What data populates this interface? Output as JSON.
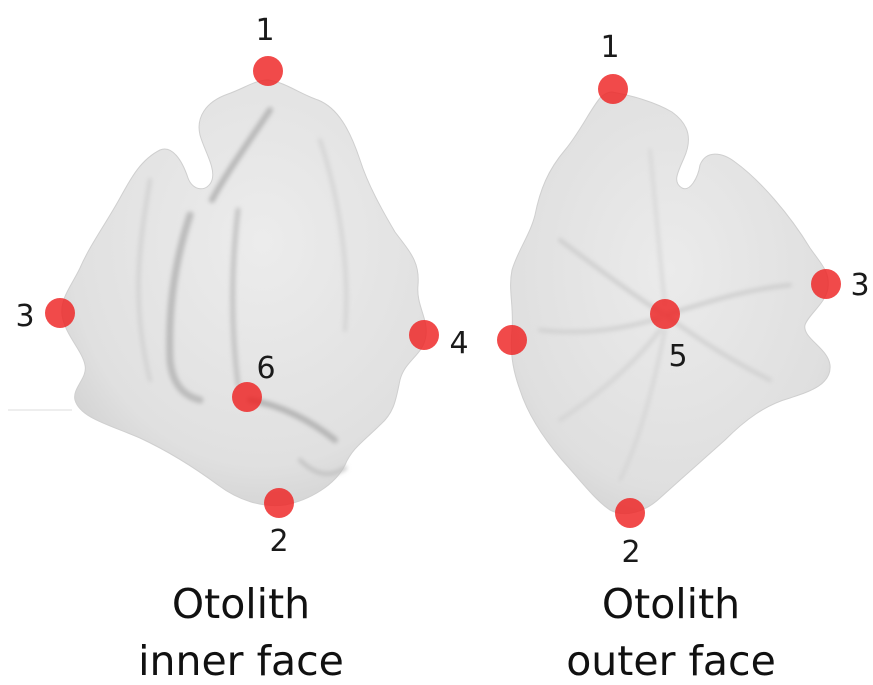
{
  "panels": [
    {
      "caption_line1": "Otolith",
      "caption_line2": "inner face",
      "landmarks": [
        "1",
        "2",
        "3",
        "4",
        "6"
      ]
    },
    {
      "caption_line1": "Otolith",
      "caption_line2": "outer face",
      "landmarks": [
        "1",
        "2",
        "3",
        "5"
      ]
    }
  ],
  "colors": {
    "landmark": "#ee2222",
    "otolith_fill": "#e3e3e3",
    "otolith_shadow": "#bdbdbd",
    "text": "#111111"
  }
}
